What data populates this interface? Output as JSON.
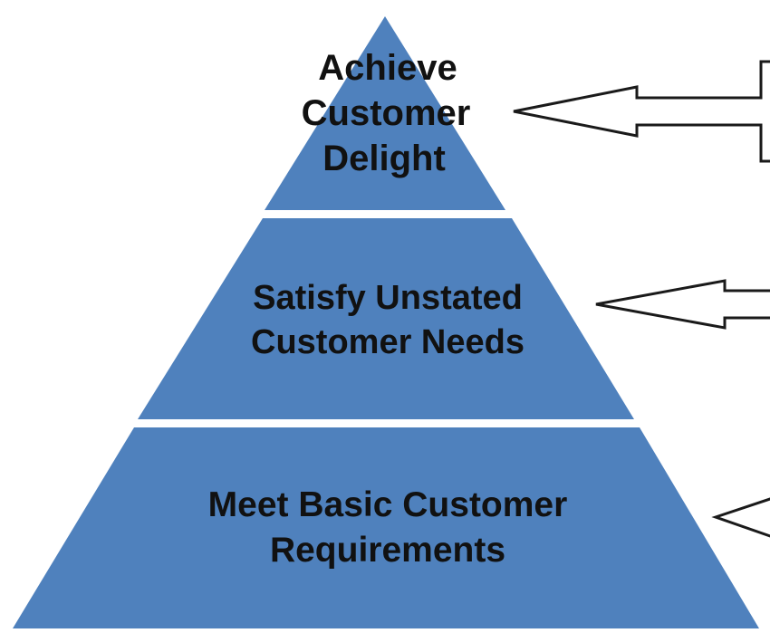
{
  "diagram": {
    "type": "pyramid",
    "fill_color": "#4f81bd",
    "text_color": "#111111",
    "tiers": [
      {
        "position": "top",
        "lines": [
          "Achieve",
          "Customer",
          "Delight"
        ]
      },
      {
        "position": "middle",
        "lines": [
          "Satisfy Unstated",
          "Customer Needs"
        ]
      },
      {
        "position": "bottom",
        "lines": [
          "Meet Basic Customer",
          "Requirements"
        ]
      }
    ],
    "arrows": [
      {
        "points_to": "top"
      },
      {
        "points_to": "middle"
      },
      {
        "points_to": "bottom"
      }
    ]
  }
}
